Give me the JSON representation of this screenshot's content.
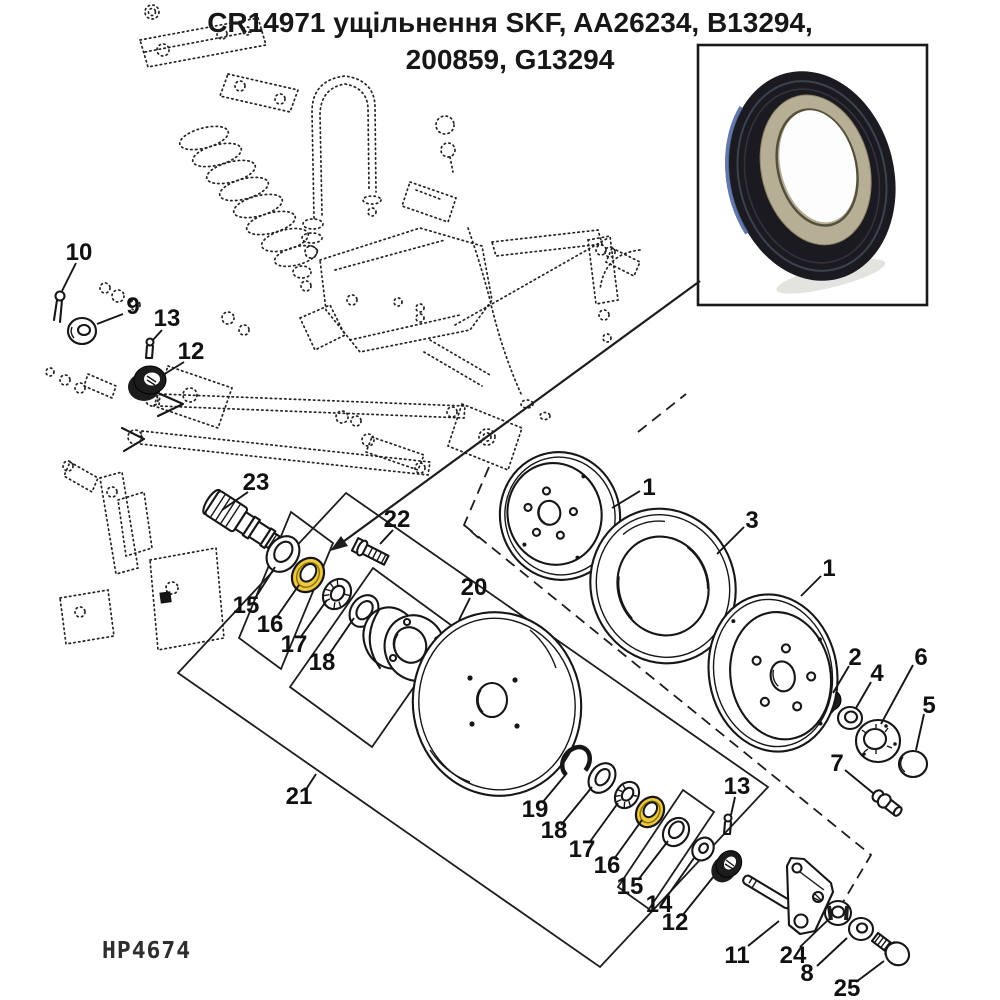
{
  "title": {
    "line1": "CR14971 ущільнення SKF, AA26234, B13294,",
    "line2": "200859, G13294"
  },
  "figure_code": "HP4674",
  "colors": {
    "line": "#161616",
    "highlight_yellow": "#eec93f",
    "seal_rubber_black": "#1a1a20",
    "seal_lip_tan": "#b6ae95",
    "seal_edge_highlight": "#46609a"
  },
  "inset": {
    "content": "photo of SKF wheel seal (black rubber, tan lip)"
  },
  "labels": [
    "10",
    "9",
    "13",
    "12",
    "23",
    "22",
    "15",
    "16",
    "17",
    "18",
    "20",
    "21",
    "19",
    "18",
    "17",
    "16",
    "15",
    "14",
    "12",
    "13",
    "11",
    "24",
    "8",
    "25",
    "1",
    "3",
    "1",
    "2",
    "4",
    "6",
    "5",
    "7"
  ]
}
